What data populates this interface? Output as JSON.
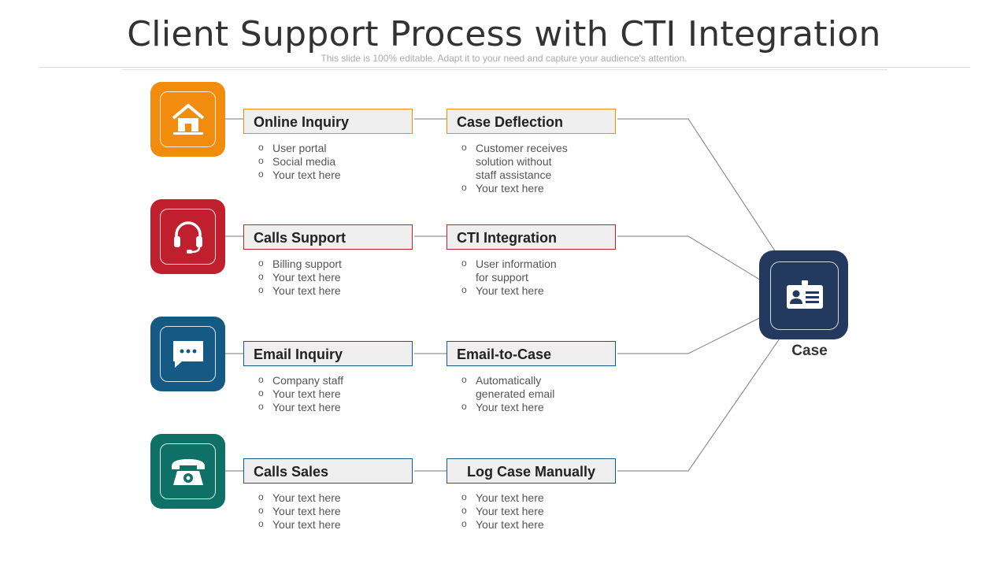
{
  "title": "Client Support Process with CTI Integration",
  "subtitle": "This slide is 100% editable. Adapt it to your need and capture your audience's attention.",
  "colors": {
    "orange": "#f28c0f",
    "red": "#c0202e",
    "blue": "#155a85",
    "teal": "#0f7067",
    "navy": "#233a5e"
  },
  "rows": [
    {
      "icon": "home-icon",
      "left_box": "Online Inquiry",
      "left_bullets": [
        "User portal",
        "Social media",
        "Your text here"
      ],
      "right_box": "Case Deflection",
      "right_bullets": [
        "Customer receives solution without staff assistance",
        "Your text here"
      ]
    },
    {
      "icon": "headset-icon",
      "left_box": "Calls Support",
      "left_bullets": [
        "Billing support",
        "Your text here",
        "Your text here"
      ],
      "right_box": "CTI Integration",
      "right_bullets": [
        "User information for support",
        "Your text here"
      ]
    },
    {
      "icon": "chat-bubble-icon",
      "left_box": "Email Inquiry",
      "left_bullets": [
        "Company staff",
        "Your text here",
        "Your text here"
      ],
      "right_box": "Email-to-Case",
      "right_bullets": [
        "Automatically generated email",
        "Your text here"
      ]
    },
    {
      "icon": "telephone-icon",
      "left_box": "Calls Sales",
      "left_bullets": [
        "Your text here",
        "Your text here",
        "Your text here"
      ],
      "right_box": "Log Case Manually",
      "right_bullets": [
        "Your text here",
        "Your text here",
        "Your text here"
      ]
    }
  ],
  "case": {
    "icon": "id-card-icon",
    "label": "Case"
  }
}
